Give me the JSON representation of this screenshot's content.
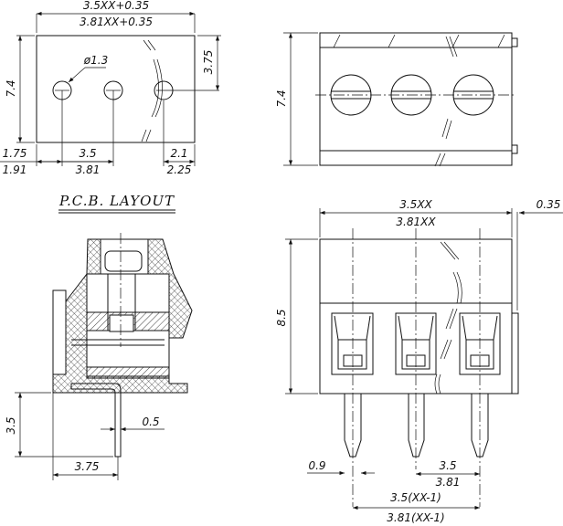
{
  "top_left_view": {
    "width_dim_1": "3.5XX+0.35",
    "width_dim_2": "3.81XX+0.35",
    "height_dim": "7.4",
    "hole_row_dim": "3.75",
    "hole_diameter": "ø1.3",
    "edge_dim_1": "1.75",
    "edge_dim_2": "1.91",
    "pitch_dim_1": "3.5",
    "pitch_dim_2": "3.81",
    "right_dim_1": "2.1",
    "right_dim_2": "2.25"
  },
  "top_right_view": {
    "height_dim": "7.4"
  },
  "pcb_layout_title": "P.C.B. LAYOUT",
  "side_view": {
    "pin_height_dim": "3.5",
    "pin_thickness_dim": "0.5",
    "pin_offset_dim": "3.75"
  },
  "front_view": {
    "width_dim_1": "3.5XX",
    "width_dim_2": "3.81XX",
    "flange_dim": "0.35",
    "height_dim": "8.5",
    "pin_width_dim": "0.9",
    "pitch_dim_1": "3.5",
    "pitch_dim_2": "3.81",
    "span_dim_1": "3.5(XX-1)",
    "span_dim_2": "3.81(XX-1)"
  }
}
